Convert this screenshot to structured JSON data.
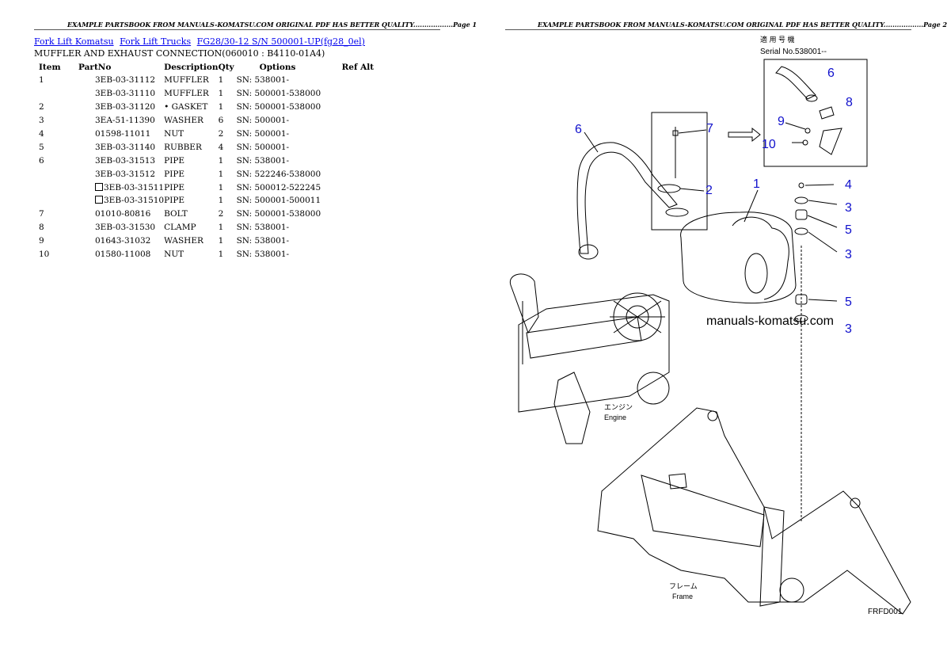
{
  "page1": {
    "header": "EXAMPLE PARTSBOOK FROM MANUALS-KOMATSU.COM ORIGINAL PDF HAS BETTER QUALITY..................Page 1",
    "breadcrumbs": [
      "Fork Lift Komatsu",
      "Fork Lift Trucks",
      "FG28/30-12 S/N 500001-UP(fg28_0el)"
    ],
    "subtitle": "MUFFLER AND EXHAUST CONNECTION(060010 : B4110-01A4)",
    "columns": [
      "Item",
      "PartNo",
      "Description",
      "Qty",
      "Options",
      "Ref Alt"
    ],
    "rows": [
      {
        "item": "1",
        "part": "3EB-03-31112",
        "desc": "MUFFLER",
        "qty": "1",
        "opt": "SN: 538001-",
        "alt": false
      },
      {
        "item": "",
        "part": "3EB-03-31110",
        "desc": "MUFFLER",
        "qty": "1",
        "opt": "SN: 500001-538000",
        "alt": false
      },
      {
        "item": "2",
        "part": "3EB-03-31120",
        "desc": "• GASKET",
        "qty": "1",
        "opt": "SN: 500001-538000",
        "alt": false
      },
      {
        "item": "3",
        "part": "3EA-51-11390",
        "desc": "WASHER",
        "qty": "6",
        "opt": "SN: 500001-",
        "alt": false
      },
      {
        "item": "4",
        "part": "01598-11011",
        "desc": "NUT",
        "qty": "2",
        "opt": "SN: 500001-",
        "alt": false
      },
      {
        "item": "5",
        "part": "3EB-03-31140",
        "desc": "RUBBER",
        "qty": "4",
        "opt": "SN: 500001-",
        "alt": false
      },
      {
        "item": "6",
        "part": "3EB-03-31513",
        "desc": "PIPE",
        "qty": "1",
        "opt": "SN: 538001-",
        "alt": false
      },
      {
        "item": "",
        "part": "3EB-03-31512",
        "desc": "PIPE",
        "qty": "1",
        "opt": "SN: 522246-538000",
        "alt": false
      },
      {
        "item": "",
        "part": "3EB-03-31511",
        "desc": "PIPE",
        "qty": "1",
        "opt": "SN: 500012-522245",
        "alt": true
      },
      {
        "item": "",
        "part": "3EB-03-31510",
        "desc": "PIPE",
        "qty": "1",
        "opt": "SN: 500001-500011",
        "alt": true
      },
      {
        "item": "7",
        "part": "01010-80816",
        "desc": "BOLT",
        "qty": "2",
        "opt": "SN: 500001-538000",
        "alt": false
      },
      {
        "item": "8",
        "part": "3EB-03-31530",
        "desc": "CLAMP",
        "qty": "1",
        "opt": "SN: 538001-",
        "alt": false
      },
      {
        "item": "9",
        "part": "01643-31032",
        "desc": "WASHER",
        "qty": "1",
        "opt": "SN: 538001-",
        "alt": false
      },
      {
        "item": "10",
        "part": "01580-11008",
        "desc": "NUT",
        "qty": "1",
        "opt": "SN: 538001-",
        "alt": false
      }
    ]
  },
  "page2": {
    "header": "EXAMPLE PARTSBOOK FROM MANUALS-KOMATSU.COM ORIGINAL PDF HAS BETTER QUALITY..................Page 2",
    "diagram": {
      "serial_jp": "適 用 号 機",
      "serial": "Serial No.538001--",
      "watermark": "manuals-komatsu.com",
      "engine_jp": "エンジン",
      "engine": "Engine",
      "frame_jp": "フレーム",
      "frame": "Frame",
      "code": "FRFD001",
      "callouts": [
        "6",
        "8",
        "9",
        "10",
        "7",
        "6",
        "2",
        "1",
        "4",
        "3",
        "5",
        "3",
        "5",
        "3"
      ],
      "callout_color": "#1010cc"
    }
  }
}
